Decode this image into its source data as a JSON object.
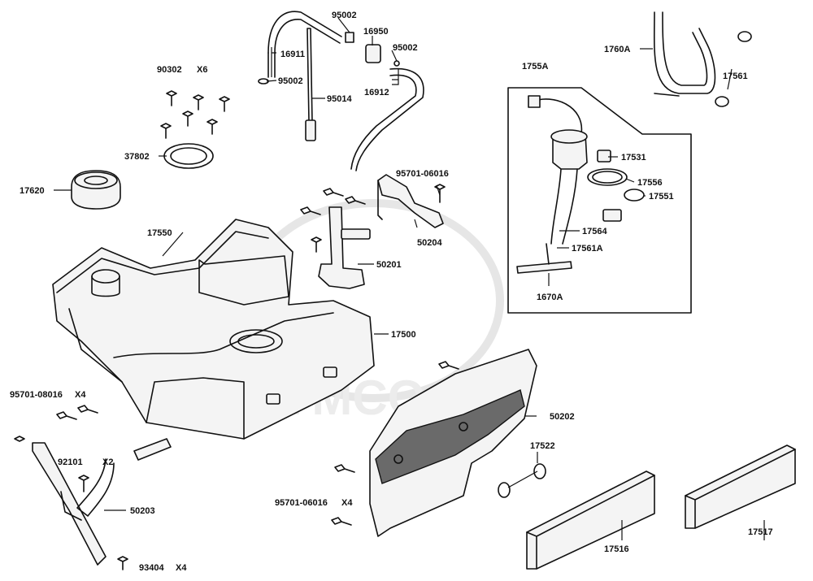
{
  "watermark": "KYMCO",
  "labels": {
    "l95002a": "95002",
    "l16950": "16950",
    "l95002b": "95002",
    "l16911": "16911",
    "l95002c": "95002",
    "l16912": "16912",
    "l95014": "95014",
    "l90302": "90302",
    "lX6": "X6",
    "l37802": "37802",
    "l17620": "17620",
    "l17550": "17550",
    "l95701_06016": "95701-06016",
    "l50204": "50204",
    "l50201": "50201",
    "l17500": "17500",
    "l1760A": "1760A",
    "l17561": "17561",
    "l1755A": "1755A",
    "l17531": "17531",
    "l17556": "17556",
    "l17551": "17551",
    "l17564": "17564",
    "l17561A": "17561A",
    "l1670A": "1670A",
    "l95701_08016": "95701-08016",
    "lX4a": "X4",
    "l92101": "92101",
    "lX2": "X2",
    "l50203": "50203",
    "l93404": "93404",
    "lX4b": "X4",
    "l50202": "50202",
    "l17522": "17522",
    "l95701_06016x": "95701-06016",
    "lX4c": "X4",
    "l17516": "17516",
    "l17517": "17517"
  }
}
